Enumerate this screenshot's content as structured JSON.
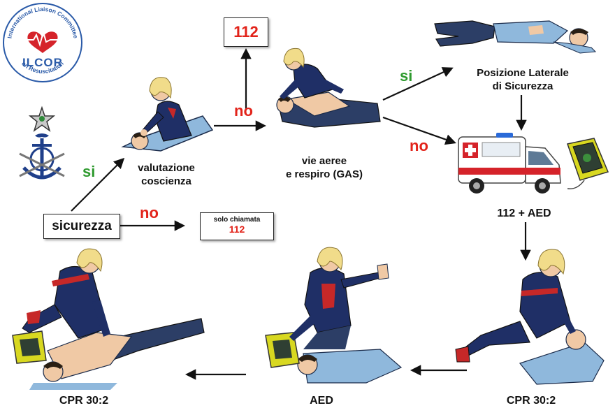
{
  "logo": {
    "ring_top": "International Liaison Committee",
    "ring_bottom": "on Resuscitation",
    "acronym": "ILCOR",
    "accent": "#d5232a",
    "ring_color": "#2a5aa8"
  },
  "nodes": {
    "start": "sicurezza",
    "call_112": "112",
    "call_only_title": "solo chiamata",
    "call_only_number": "112",
    "consciousness_line1": "valutazione",
    "consciousness_line2": "coscienza",
    "airway_line1": "vie aeree",
    "airway_line2": "e respiro (GAS)",
    "recovery_line1": "Posizione Laterale",
    "recovery_line2": "di Sicurezza",
    "aed_call": "112 + AED",
    "cpr_right": "CPR 30:2",
    "aed_step": "AED",
    "cpr_left": "CPR 30:2"
  },
  "edge_labels": {
    "safety_yes": "si",
    "safety_no": "no",
    "consciousness_no": "no",
    "breathing_yes": "si",
    "breathing_no": "no"
  },
  "icons": {
    "logo": "ilcor-heart-logo",
    "emblem": "anchor-star-emblem",
    "ambulance": "ambulance-icon",
    "defibrillator": "aed-device-icon"
  },
  "colors": {
    "yes": "#2e9a2e",
    "no": "#e2231a",
    "rescuer_jacket": "#1f2f66",
    "patient_shirt": "#8fb8dc",
    "skin": "#f0c9a5",
    "hair_blonde": "#f1dc8a"
  }
}
